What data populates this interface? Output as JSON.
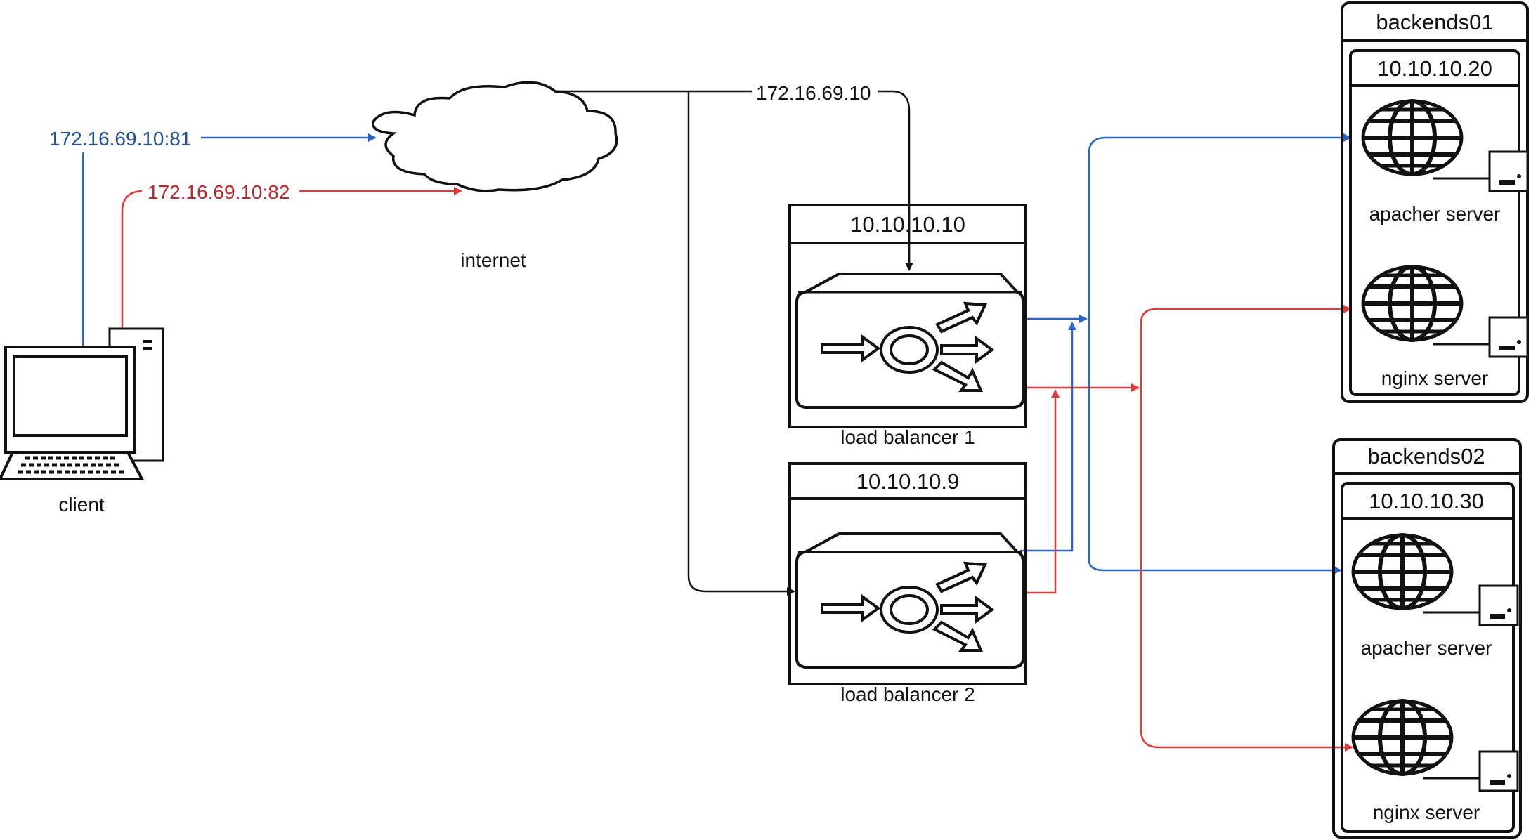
{
  "client": {
    "label": "client"
  },
  "internet": {
    "label": "internet"
  },
  "routes": {
    "blue_label": "172.16.69.10:81",
    "red_label": "172.16.69.10:82",
    "public_ip": "172.16.69.10"
  },
  "load_balancers": [
    {
      "ip": "10.10.10.10",
      "label": "load balancer 1"
    },
    {
      "ip": "10.10.10.9",
      "label": "load balancer 2"
    }
  ],
  "backends": [
    {
      "title": "backends01",
      "ip": "10.10.10.20",
      "servers": [
        "apacher server",
        "nginx server"
      ]
    },
    {
      "title": "backends02",
      "ip": "10.10.10.30",
      "servers": [
        "apacher server",
        "nginx server"
      ]
    }
  ],
  "colors": {
    "blue": "#2a63c9",
    "red": "#e23a3a",
    "blue_text": "#1f4f99",
    "red_text": "#c0282c",
    "ink": "#111111"
  }
}
